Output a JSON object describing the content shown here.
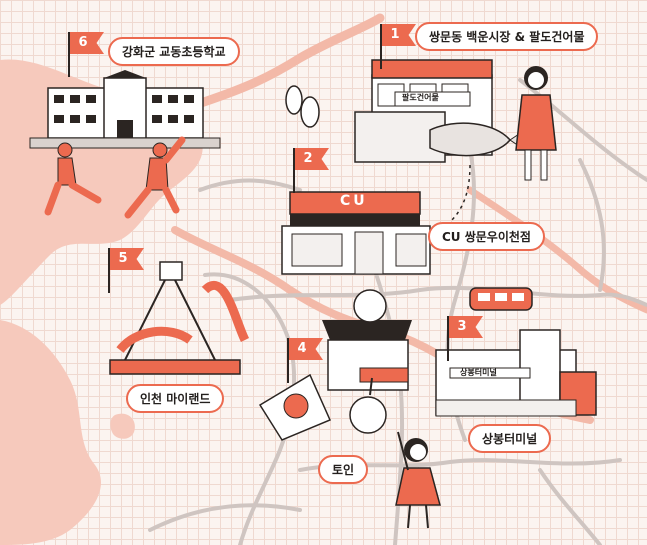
{
  "locations": [
    {
      "id": 1,
      "number": "1",
      "name": "쌍문동 백운시장 & 팔도건어물"
    },
    {
      "id": 2,
      "number": "2",
      "name": "CU 쌍문우이천점"
    },
    {
      "id": 3,
      "number": "3",
      "name": "상봉터미널"
    },
    {
      "id": 4,
      "number": "4",
      "name": "토인"
    },
    {
      "id": 5,
      "number": "5",
      "name": "인천 마이랜드"
    },
    {
      "id": 6,
      "number": "6",
      "name": "강화군 교동초등학교"
    }
  ],
  "storefront_signs": {
    "dried_fish_shop": "팔도건어물",
    "convenience_store": "CU",
    "bus_terminal": "상봉터미널"
  },
  "colors": {
    "accent": "#ec6a4f",
    "land": "#f6c9bc",
    "ink": "#231f1d",
    "grid": "#efd9d0",
    "background": "#fbf4f0"
  }
}
